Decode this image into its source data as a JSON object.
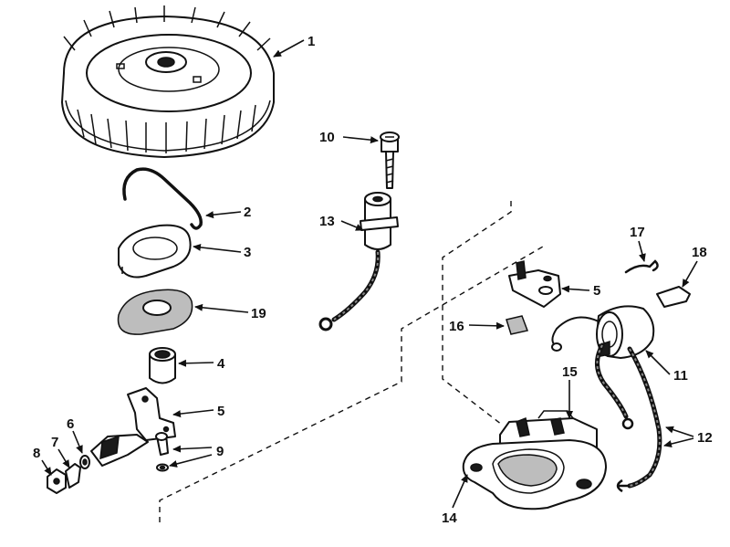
{
  "callouts": {
    "c1": "1",
    "c2": "2",
    "c3": "3",
    "c19": "19",
    "c4": "4",
    "c5a": "5",
    "c9": "9",
    "c6": "6",
    "c7": "7",
    "c8": "8",
    "c10": "10",
    "c13": "13",
    "c17": "17",
    "c18": "18",
    "c5b": "5",
    "c16": "16",
    "c11": "11",
    "c15": "15",
    "c12": "12",
    "c14": "14"
  }
}
